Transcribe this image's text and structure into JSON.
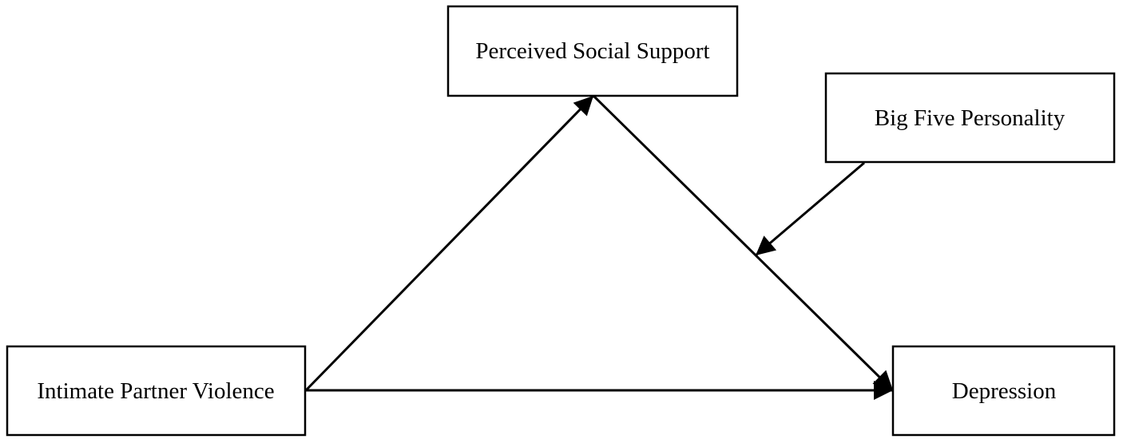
{
  "diagram": {
    "nodes": {
      "pss": {
        "label": "Perceived Social Support"
      },
      "bfp": {
        "label": "Big Five Personality"
      },
      "ipv": {
        "label": "Intimate Partner Violence"
      },
      "dep": {
        "label": "Depression"
      }
    },
    "edges": [
      {
        "from": "ipv",
        "to": "pss",
        "type": "path"
      },
      {
        "from": "pss",
        "to": "dep",
        "type": "path"
      },
      {
        "from": "ipv",
        "to": "dep",
        "type": "path"
      },
      {
        "from": "bfp",
        "to": "pss-dep",
        "type": "moderation"
      }
    ],
    "colors": {
      "stroke": "#000000",
      "background": "#ffffff"
    }
  }
}
